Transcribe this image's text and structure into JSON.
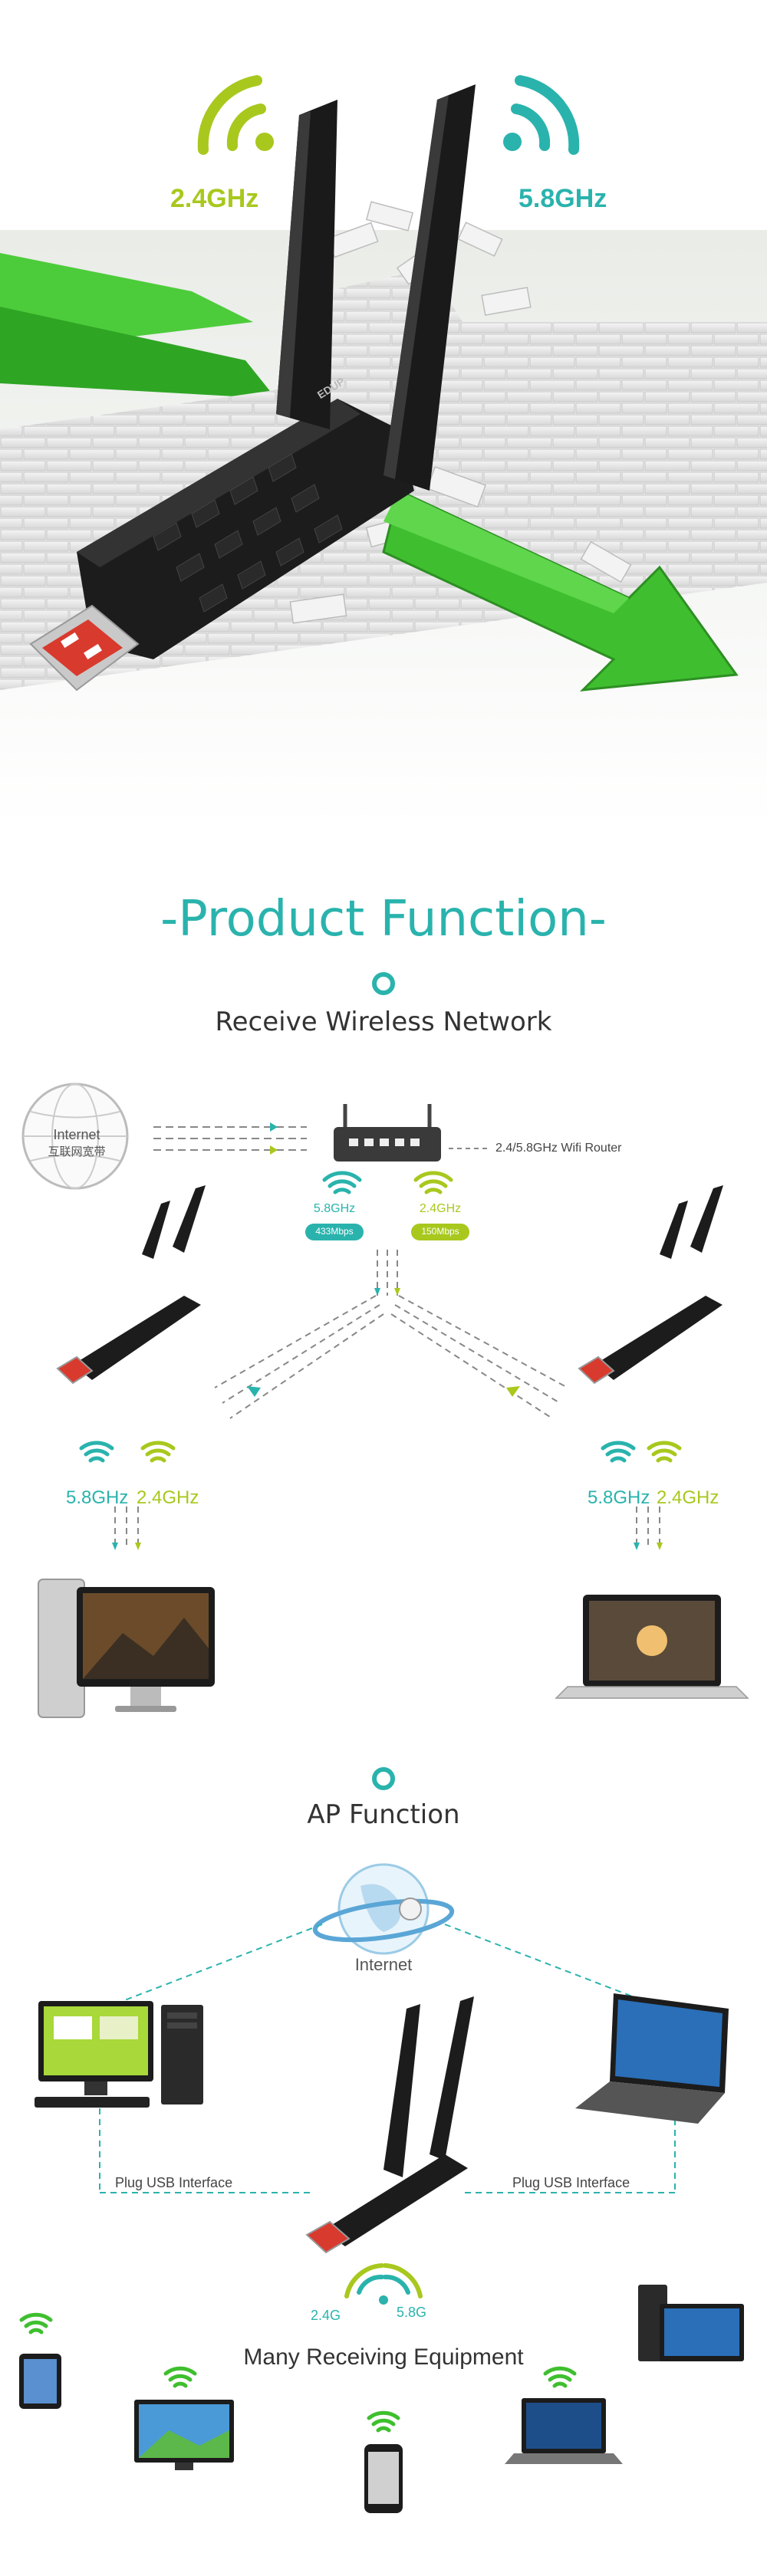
{
  "hero": {
    "band_left": "2.4GHz",
    "band_right": "5.8GHz",
    "brand": "EDUP"
  },
  "main_title": "-Product Function-",
  "receive": {
    "heading": "Receive Wireless Network",
    "internet_label": "Internet",
    "internet_sub": "互联网宽带",
    "router_label": "2.4/5.8GHz Wifi Router",
    "badge_58": {
      "band": "5.8GHz",
      "speed": "433Mbps"
    },
    "badge_24": {
      "band": "2.4GHz",
      "speed": "150Mbps"
    },
    "left_bands": [
      "5.8GHz",
      "2.4GHz"
    ],
    "right_bands": [
      "5.8GHz",
      "2.4GHz"
    ]
  },
  "ap": {
    "heading": "AP Function",
    "internet_label": "Internet",
    "plug_left": "Plug USB Interface",
    "plug_right": "Plug USB Interface",
    "band_24": "2.4G",
    "band_58": "5.8G",
    "many_label": "Many Receiving Equipment"
  },
  "colors": {
    "teal": "#2ab3ad",
    "lime": "#a8c81e",
    "green_arrow": "#3fbf2f",
    "device_black": "#1c1c1c"
  }
}
